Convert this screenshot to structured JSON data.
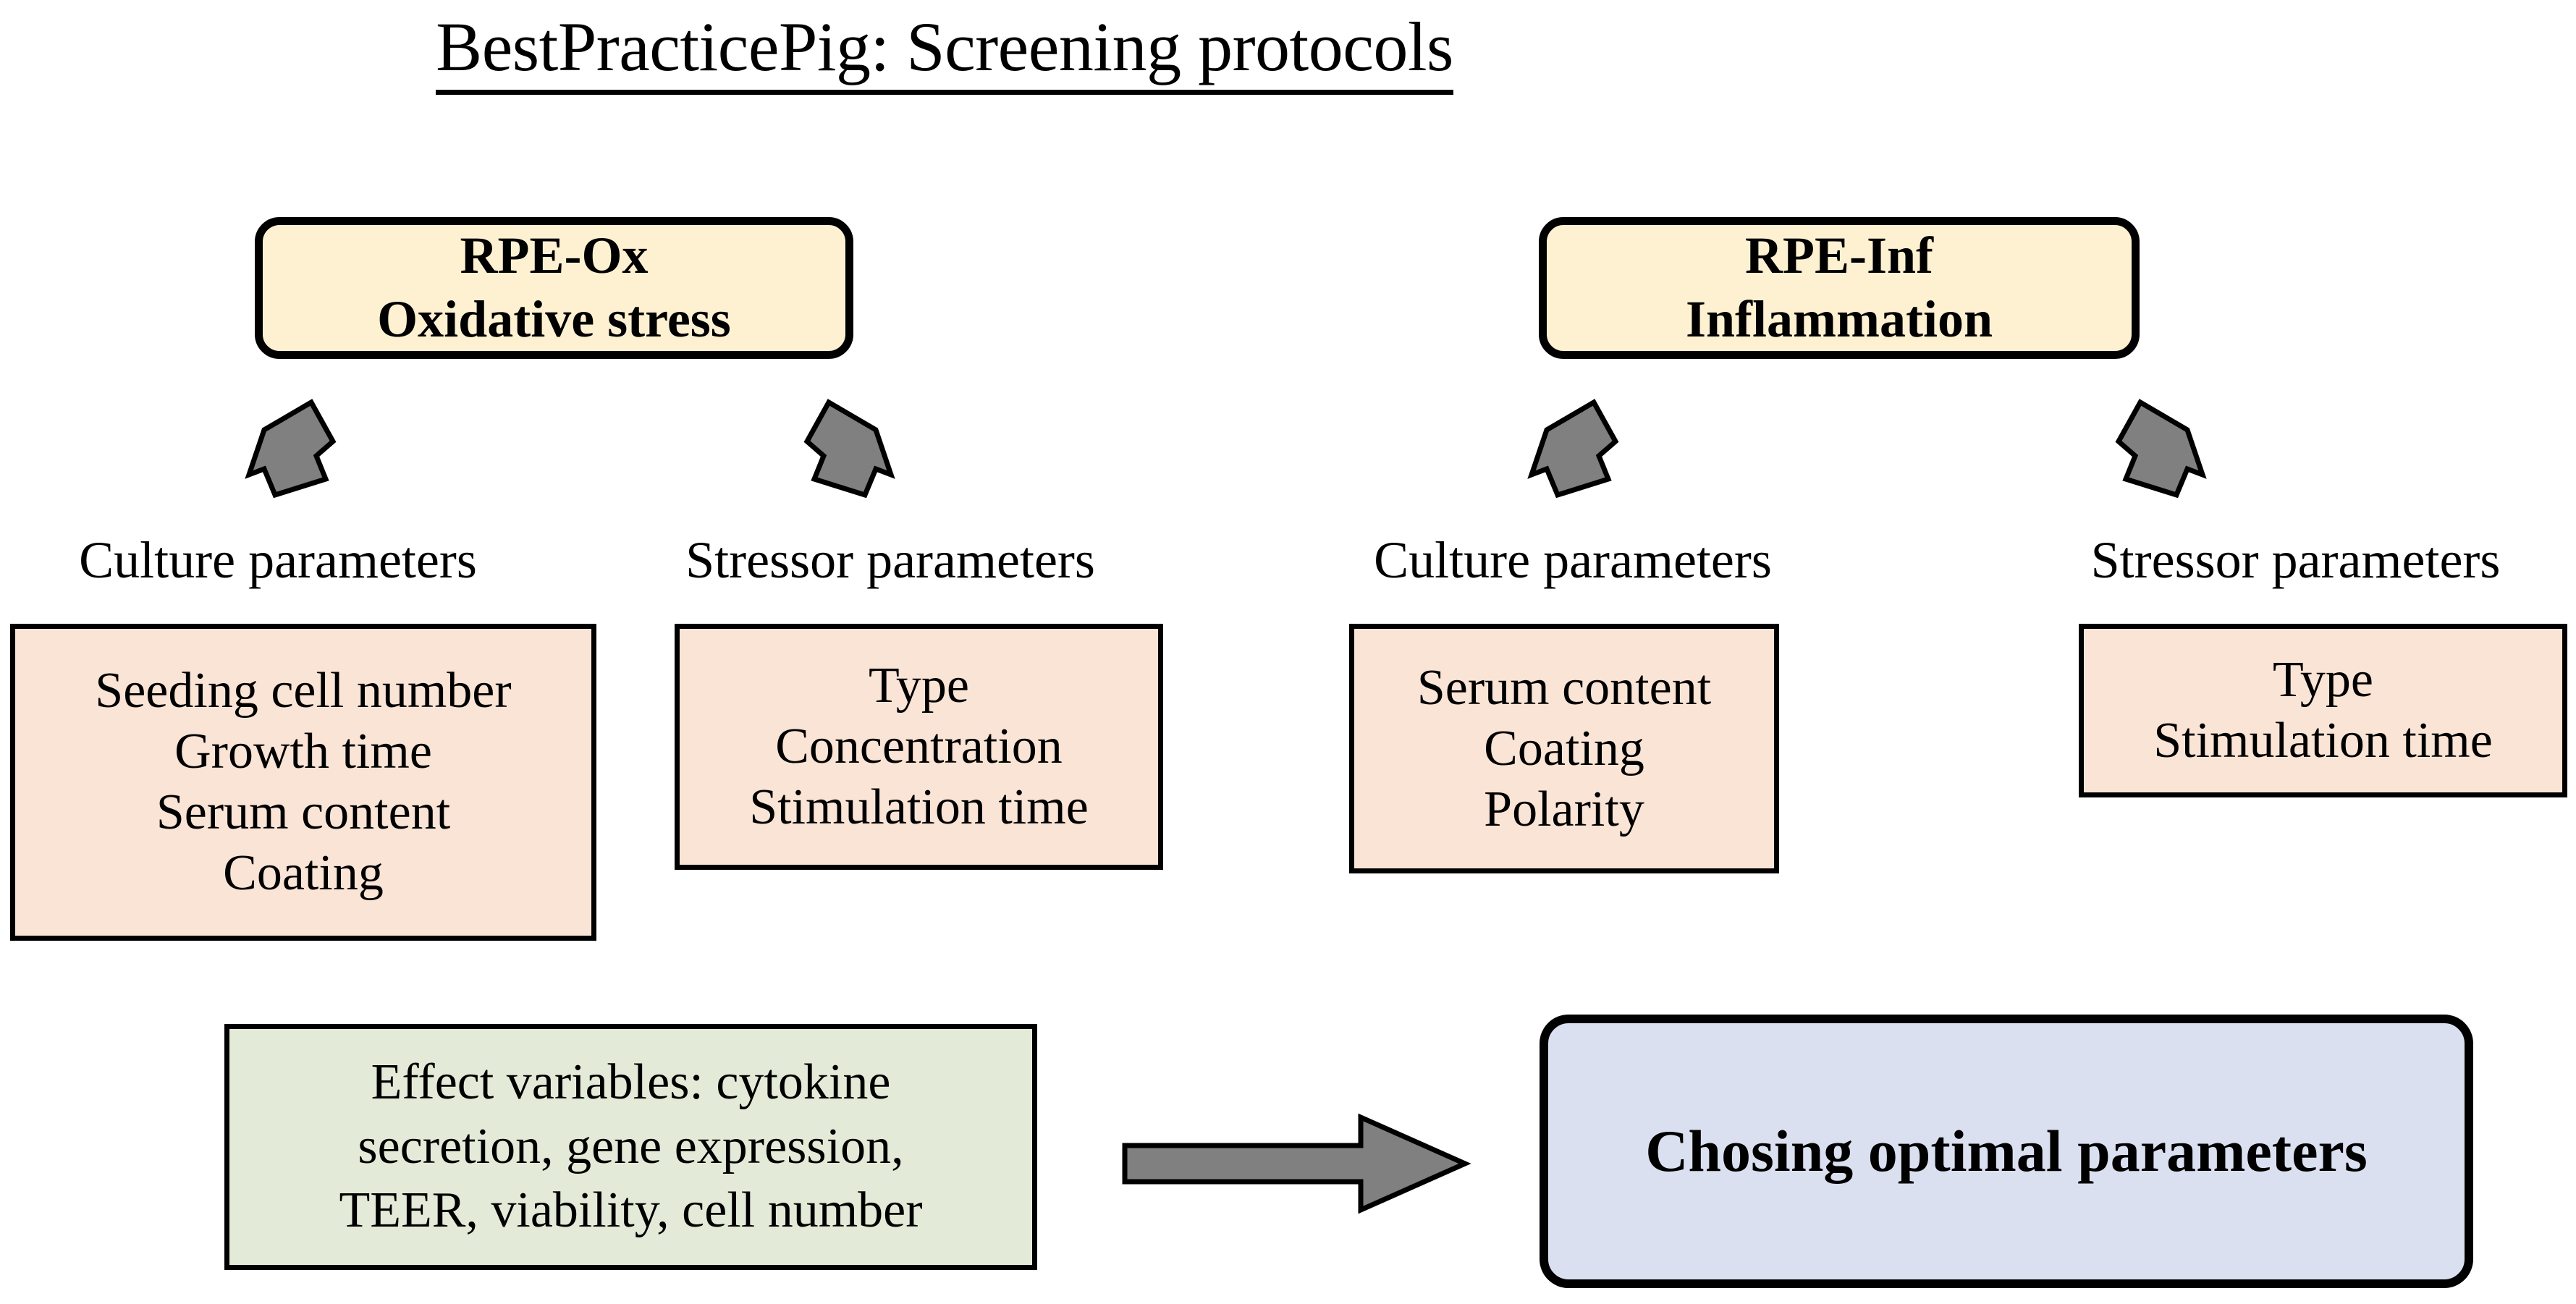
{
  "title": {
    "text": "BestPracticePig: Screening protocols"
  },
  "colors": {
    "model_box_fill": "#FDF1D2",
    "param_box_fill": "#FAE4D6",
    "effect_box_fill": "#E3EBD8",
    "outcome_box_fill": "#DBE0F1",
    "arrow_fill": "#808080",
    "arrow_stroke": "#000000",
    "border": "#000000",
    "background": "#FFFFFF",
    "text": "#000000"
  },
  "models": [
    {
      "id": "rpe-ox",
      "line1": "RPE-Ox",
      "line2": "Oxidative stress"
    },
    {
      "id": "rpe-inf",
      "line1": "RPE-Inf",
      "line2": "Inflammation"
    }
  ],
  "columns": [
    {
      "id": "ox-culture",
      "label": "Culture parameters",
      "items": [
        "Seeding cell number",
        "Growth time",
        "Serum content",
        "Coating"
      ]
    },
    {
      "id": "ox-stressor",
      "label": "Stressor parameters",
      "items": [
        "Type",
        "Concentration",
        "Stimulation time"
      ]
    },
    {
      "id": "inf-culture",
      "label": "Culture parameters",
      "items": [
        "Serum content",
        "Coating",
        "Polarity"
      ]
    },
    {
      "id": "inf-stressor",
      "label": "Stressor parameters",
      "items": [
        "Type",
        "Stimulation time"
      ]
    }
  ],
  "effect": {
    "lines": [
      "Effect variables: cytokine",
      "secretion, gene expression,",
      "TEER, viability, cell number"
    ]
  },
  "outcome": {
    "label": "Chosing optimal parameters"
  },
  "arrows": {
    "down_left_1": "down-left-arrow",
    "down_right_1": "down-right-arrow",
    "down_left_2": "down-left-arrow",
    "down_right_2": "down-right-arrow",
    "flow_right": "right-arrow"
  }
}
